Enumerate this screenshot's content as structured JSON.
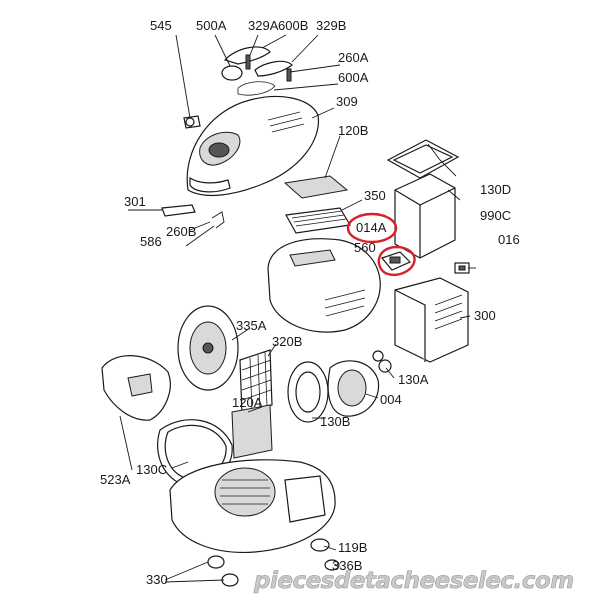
{
  "labels": {
    "l545": "545",
    "l500A": "500A",
    "l329A": "329A",
    "l600B": "600B",
    "l329B": "329B",
    "l260A": "260A",
    "l600A": "600A",
    "l309": "309",
    "l120B": "120B",
    "l301": "301",
    "l260B": "260B",
    "l586": "586",
    "l350": "350",
    "l014A": "014A",
    "l560": "560",
    "l130D": "130D",
    "l990C": "990C",
    "l016": "016",
    "l300": "300",
    "l335A": "335A",
    "l320B": "320B",
    "l130A": "130A",
    "l004": "004",
    "l130B": "130B",
    "l120A": "120A",
    "l130C": "130C",
    "l523A": "523A",
    "l119B": "119B",
    "l336B": "336B",
    "l330": "330"
  },
  "watermark": "piecesdetacheeselec.com",
  "colors": {
    "highlight": "#d6202a",
    "line": "#1a1a1a",
    "watermark": "#c9c9c9"
  }
}
